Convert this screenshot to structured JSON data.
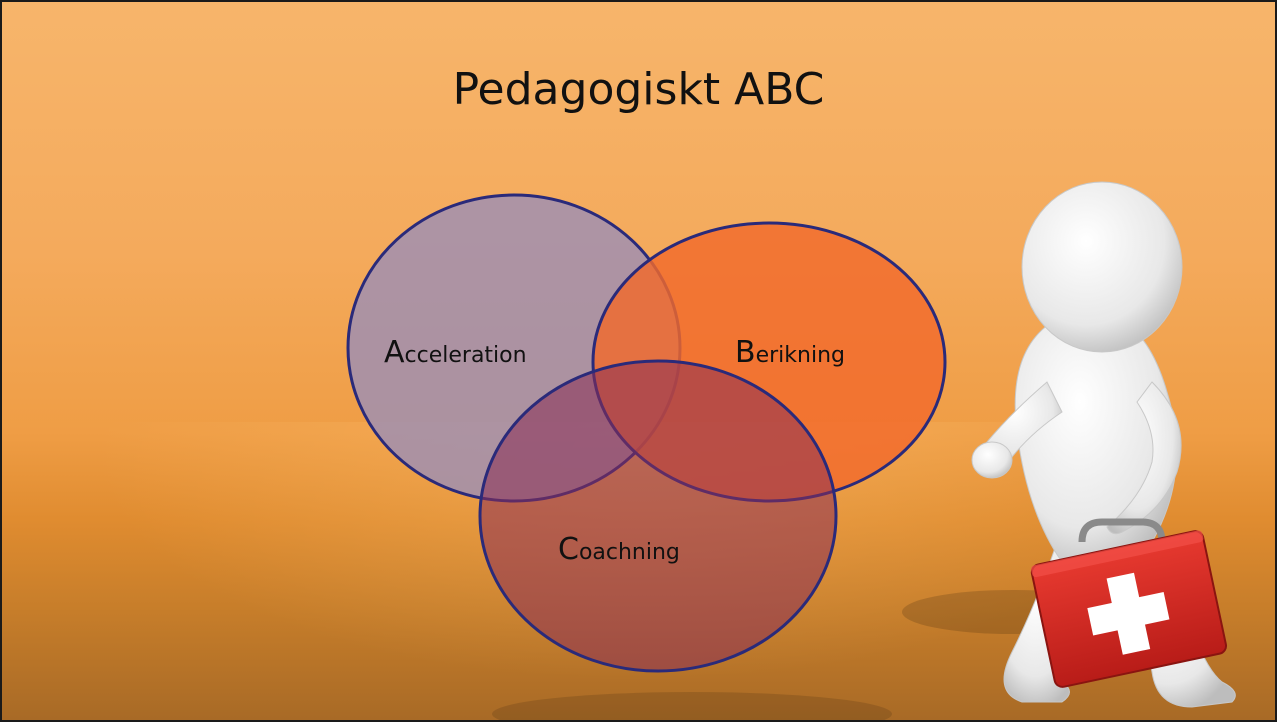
{
  "slide": {
    "title": "Pedagogiskt ABC"
  },
  "venn": {
    "circles": [
      {
        "initial": "A",
        "rest": "cceleration",
        "color": "#9b8fb5"
      },
      {
        "initial": "B",
        "rest": "erikning",
        "color": "#f2703a"
      },
      {
        "initial": "C",
        "rest": "oachning",
        "color": "#8e4a66"
      }
    ],
    "outline_color": "#2a2a7a"
  },
  "illustration": {
    "case_color": "#d42a24",
    "cross_color": "#ffffff"
  }
}
